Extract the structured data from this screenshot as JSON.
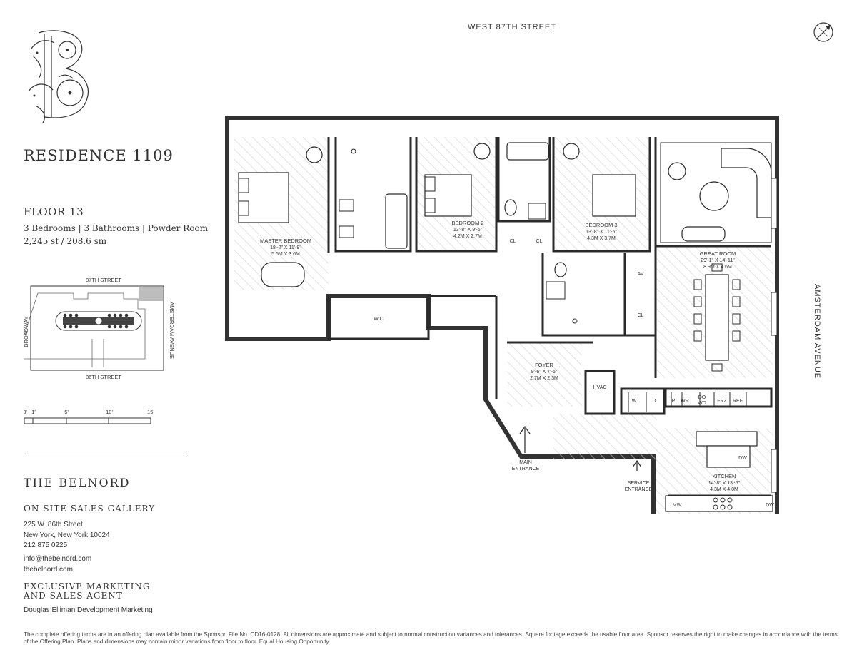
{
  "header": {
    "street_top": "WEST 87TH STREET",
    "street_right": "AMSTERDAM AVENUE"
  },
  "residence": {
    "title": "RESIDENCE 1109",
    "floor": "FLOOR 13",
    "rooms": "3 Bedrooms  | 3 Bathrooms | Powder Room",
    "area": "2,245 sf / 208.6 sm"
  },
  "keyplan": {
    "north_label": "87TH STREET",
    "south_label": "86TH STREET",
    "west_label": "BROADWAY",
    "east_label": "AMSTERDAM AVENUE"
  },
  "scale": {
    "marks": [
      "0'",
      "1'",
      "5'",
      "10'",
      "15'"
    ]
  },
  "brand": {
    "name": "THE BELNORD",
    "sales_title": "ON-SITE SALES GALLERY",
    "address_line1": "225 W. 86th Street",
    "address_line2": "New York, New York 10024",
    "phone": "212 875 0225",
    "email": "info@thebelnord.com",
    "website": "thebelnord.com",
    "agent_title_line1": "EXCLUSIVE MARKETING",
    "agent_title_line2": "AND SALES AGENT",
    "agent_name": "Douglas Elliman Development Marketing"
  },
  "plan": {
    "master_bedroom": {
      "name": "MASTER BEDROOM",
      "imperial": "18'-2\" X 11'-9\"",
      "metric": "5.5M X 3.6M"
    },
    "bedroom2": {
      "name": "BEDROOM 2",
      "imperial": "13'-8\" X 9'-6\"",
      "metric": "4.2M X 2.7M"
    },
    "bedroom3": {
      "name": "BEDROOM 3",
      "imperial": "13'-8\" X 11'-5\"",
      "metric": "4.3M X 3.7M"
    },
    "great_room": {
      "name": "GREAT ROOM",
      "imperial": "29'-1\" X 14'-11\"",
      "metric": "8.9M X 4.6M"
    },
    "foyer": {
      "name": "FOYER",
      "imperial": "9'-6\" X 7'-6\"",
      "metric": "2.7M X 2.3M"
    },
    "kitchen": {
      "name": "KITCHEN",
      "imperial": "14'-8\" X 13'-5\"",
      "metric": "4.3M X 4.0M"
    },
    "wic": "WIC",
    "cl": "CL",
    "av": "AV",
    "hvac": "HVAC",
    "w": "W",
    "d": "D",
    "p": "P",
    "wr": "WR",
    "do": "DO",
    "wd": "WD",
    "frz": "FRZ",
    "ref": "REF",
    "dw": "DW",
    "mw": "MW",
    "main_entrance_1": "MAIN",
    "main_entrance_2": "ENTRANCE",
    "service_entrance_1": "SERVICE",
    "service_entrance_2": "ENTRANCE"
  },
  "disclaimer": "The complete offering terms are in an offering plan available from the Sponsor. File No. CD16-0128. All dimensions are approximate and subject to normal construction variances and tolerances. Square footage exceeds the usable floor area. Sponsor reserves the right to make changes in accordance with the terms of the Offering Plan. Plans and dimensions may contain minor variations from floor to floor. Equal Housing Opportunity."
}
